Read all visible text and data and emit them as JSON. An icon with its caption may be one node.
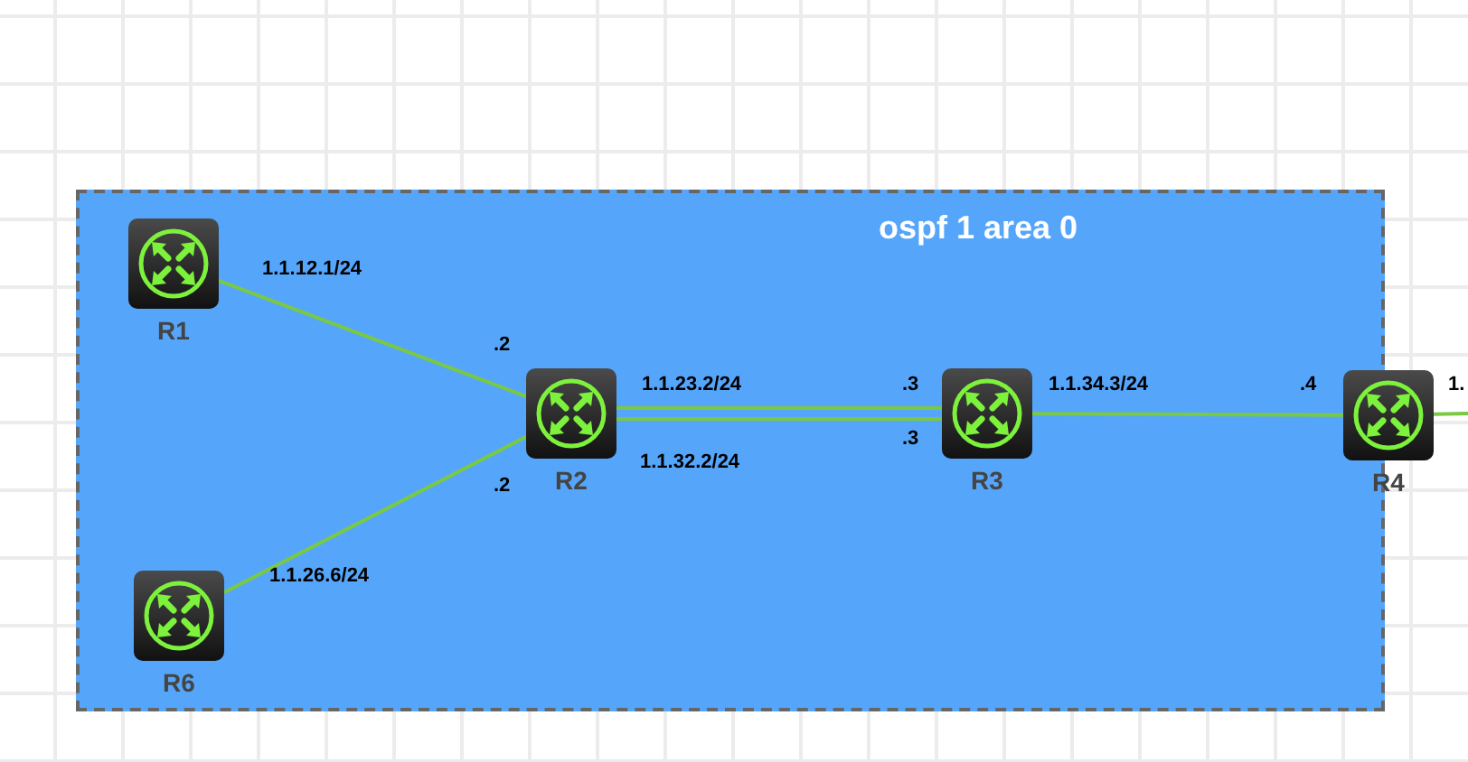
{
  "diagram": {
    "nodes": [
      {
        "text": [
          "ospf 1 area 0"
        ]
      },
      {
        "text": [
          "R1"
        ],
        "in": 0
      },
      {
        "text": [
          "R2"
        ],
        "in": 0
      },
      {
        "text": [
          "R3"
        ],
        "in": 0
      },
      {
        "text": [
          "R4"
        ]
      },
      {
        "text": [
          "R6"
        ],
        "in": 0
      }
    ],
    "edges": [
      {
        "from": 1,
        "to": 2,
        "arrow": "none"
      },
      {
        "from": 2,
        "to": 3,
        "arrow": "none"
      },
      {
        "from": 2,
        "to": 3,
        "arrow": "none"
      },
      {
        "from": 3,
        "to": 4,
        "arrow": "none"
      },
      {
        "from": 4,
        "to": null,
        "arrow": "none"
      },
      {
        "from": 5,
        "to": 2,
        "arrow": "none"
      }
    ],
    "labels": [
      "1.1.12.1/24",
      ".2",
      "1.1.23.2/24",
      ".3",
      "1.1.34.3/24",
      ".4",
      "1.",
      ".3",
      "1.1.32.2/24",
      ".2",
      "1.1.26.6/24"
    ]
  }
}
